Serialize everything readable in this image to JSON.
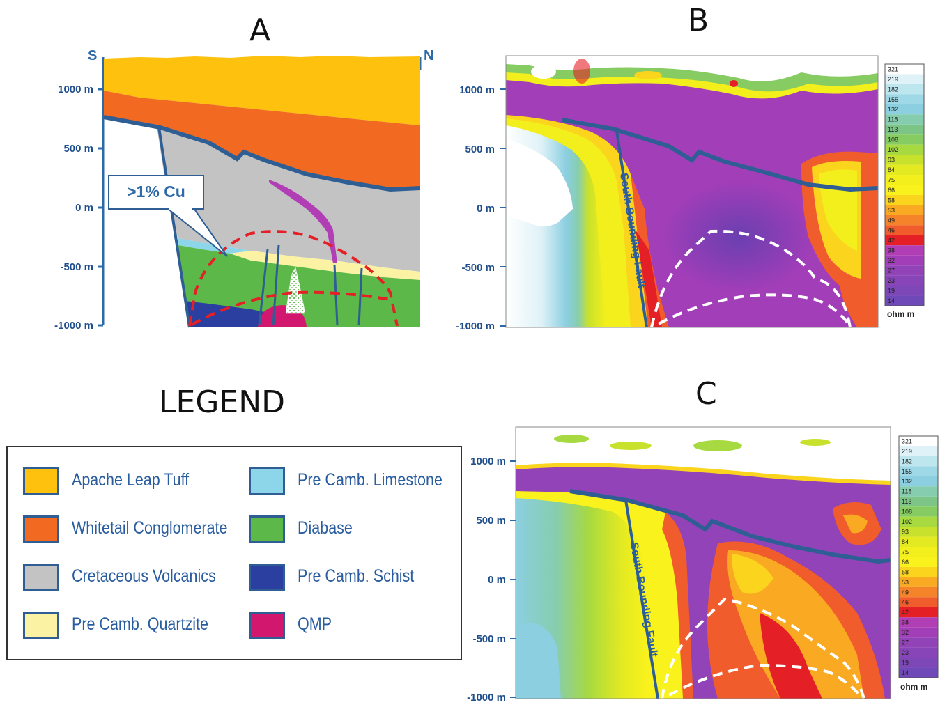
{
  "panels": {
    "a_title": "A",
    "b_title": "B",
    "c_title": "C"
  },
  "section_a": {
    "dir_left": "S",
    "dir_right": "N",
    "callout": ">1% Cu"
  },
  "depth_axis": {
    "labels": [
      "1000 m",
      "500 m",
      "0 m",
      "-500 m",
      "-1000 m"
    ]
  },
  "fault_label": "South Bounding Fault",
  "color_scale": {
    "unit": "ohm m",
    "ticks": [
      "321",
      "219",
      "182",
      "155",
      "132",
      "118",
      "113",
      "108",
      "102",
      "93",
      "84",
      "75",
      "66",
      "58",
      "53",
      "49",
      "46",
      "42",
      "38",
      "32",
      "27",
      "23",
      "19",
      "14"
    ],
    "colors": [
      "#ffffff",
      "#dff2f7",
      "#bde6ef",
      "#9fd9e8",
      "#8ccfe0",
      "#86cdb0",
      "#7dc587",
      "#86cc62",
      "#a7d940",
      "#c8e12c",
      "#e3ea22",
      "#f3ef1c",
      "#faf21c",
      "#fbd41e",
      "#f9aa22",
      "#f5832a",
      "#f05c2c",
      "#e41f26",
      "#b13eb5",
      "#a23eb8",
      "#9343b8",
      "#8845b8",
      "#7d47b8",
      "#7049b8"
    ]
  },
  "legend": {
    "title": "LEGEND",
    "items": [
      {
        "label": "Apache Leap Tuff",
        "color": "#fdc10e"
      },
      {
        "label": "Whitetail Conglomerate",
        "color": "#f26a21"
      },
      {
        "label": "Cretaceous Volcanics",
        "color": "#c3c3c4"
      },
      {
        "label": "Pre Camb. Quartzite",
        "color": "#fcf2a4"
      },
      {
        "label": "Pre Camb. Limestone",
        "color": "#8dd5e8"
      },
      {
        "label": "Diabase",
        "color": "#5cb848"
      },
      {
        "label": "Pre Camb. Schist",
        "color": "#2b3fa0"
      },
      {
        "label": "QMP",
        "color": "#d2186e"
      }
    ]
  }
}
